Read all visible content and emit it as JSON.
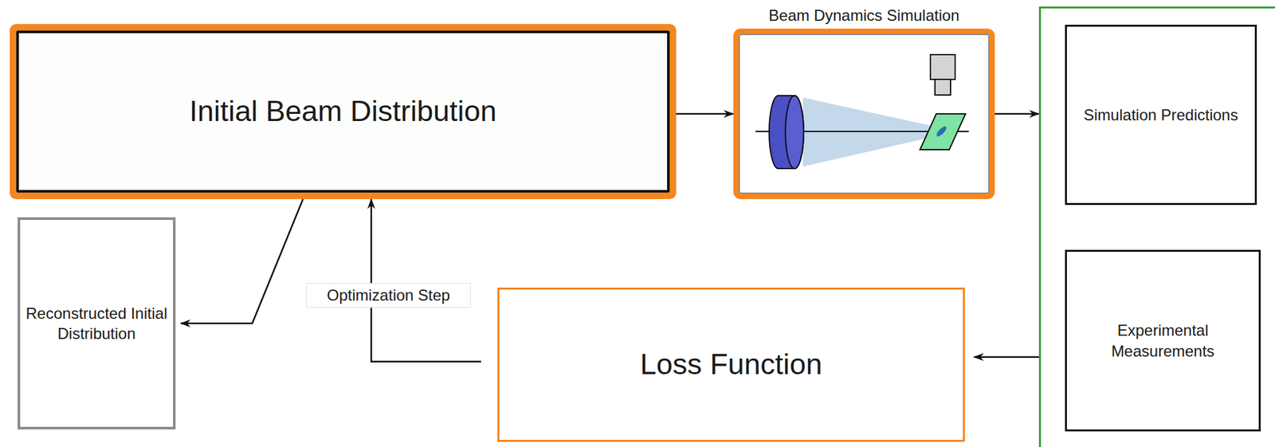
{
  "diagram": {
    "nodes": [
      {
        "text": [
          "Initial Beam Distribution"
        ]
      },
      {
        "text": [
          "Beam Dynamics Simulation"
        ]
      },
      {
        "text": []
      },
      {
        "text": [
          "Simulation Predictions"
        ],
        "in": 2
      },
      {
        "text": [
          "Experimental Measurements"
        ],
        "in": 2
      },
      {
        "text": [
          "Loss Function"
        ]
      },
      {
        "text": [
          "Reconstructed Initial Distribution"
        ]
      }
    ],
    "edges": [
      {
        "from": 0,
        "to": 1,
        "arrow": "to"
      },
      {
        "from": 1,
        "to": 2,
        "arrow": "to"
      },
      {
        "from": 2,
        "to": 5,
        "arrow": "to"
      },
      {
        "from": 5,
        "to": 0,
        "label": "Optimization Step",
        "arrow": "to"
      },
      {
        "from": 0,
        "to": 6,
        "arrow": "to"
      }
    ]
  }
}
